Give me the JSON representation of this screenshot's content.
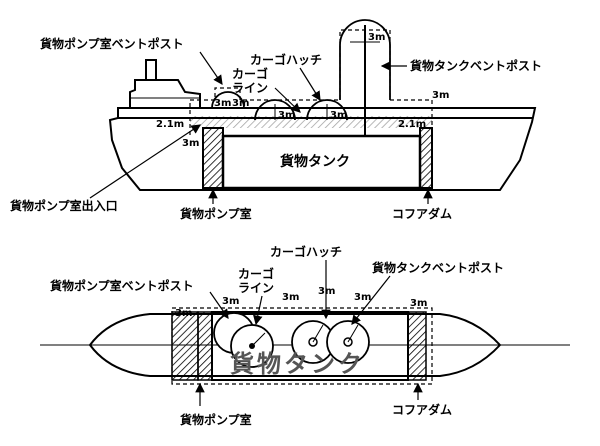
{
  "side_view": {
    "pump_vent_post": "貨物ポンプ室ベントポスト",
    "cargo_hatch": "カーゴハッチ",
    "cargo_line_1": "カーゴ",
    "cargo_line_2": "ライン",
    "tank_vent_post": "貨物タンクベントポスト",
    "cargo_tank": "貨物タンク",
    "pump_room_entrance": "貨物ポンプ室出入口",
    "pump_room": "貨物ポンプ室",
    "cofferdam": "コフアダム",
    "dim_3m": "3m",
    "dim_2_1m": "2.1m"
  },
  "plan_view": {
    "cargo_hatch": "カーゴハッチ",
    "pump_vent_post": "貨物ポンプ室ベントポスト",
    "tank_vent_post": "貨物タンクベントポスト",
    "cargo_line_1": "カーゴ",
    "cargo_line_2": "ライン",
    "cargo_tank": "貨物タンク",
    "pump_room": "貨物ポンプ室",
    "cofferdam": "コフアダム",
    "dim_3m": "3m"
  }
}
